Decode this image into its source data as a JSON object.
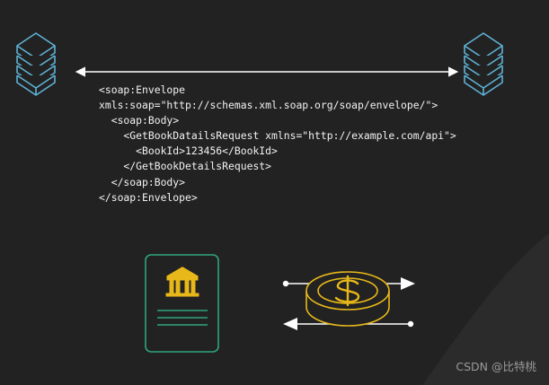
{
  "code": {
    "lines": [
      "<soap:Envelope",
      "xmls:soap=\"http://schemas.xml.soap.org/soap/envelope/\">",
      "  <soap:Body>",
      "    <GetBookDatailsRequest xmlns=\"http://example.com/api\">",
      "      <BookId>123456</BookId>",
      "    </GetBookDetailsRequest>",
      "  </soap:Body>",
      "</soap:Envelope>"
    ]
  },
  "watermark": "CSDN @比特桃",
  "icons": {
    "left_server": "server-stack-icon",
    "right_server": "server-stack-icon",
    "document": "bank-document-icon",
    "coin": "dollar-coin-icon"
  },
  "colors": {
    "background": "#222222",
    "server": "#5fb3d6",
    "document": "#2fa57c",
    "coin": "#e8b81a",
    "arrow": "#ffffff",
    "code_text": "#f2f2f2"
  }
}
